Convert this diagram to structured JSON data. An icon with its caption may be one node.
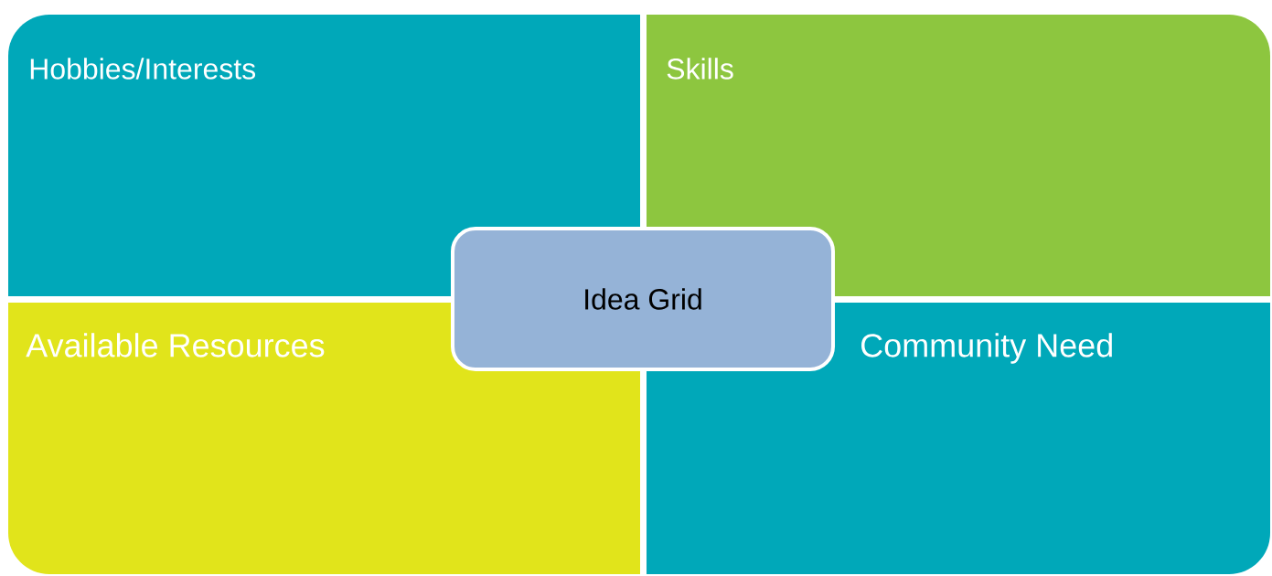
{
  "diagram": {
    "nodes": [
      {
        "text": [
          "Hobbies/Interests"
        ]
      },
      {
        "text": [
          "Skills"
        ]
      },
      {
        "text": [
          "Available Resources"
        ]
      },
      {
        "text": [
          "Community Need"
        ]
      },
      {
        "text": [
          "Idea Grid"
        ]
      }
    ]
  }
}
